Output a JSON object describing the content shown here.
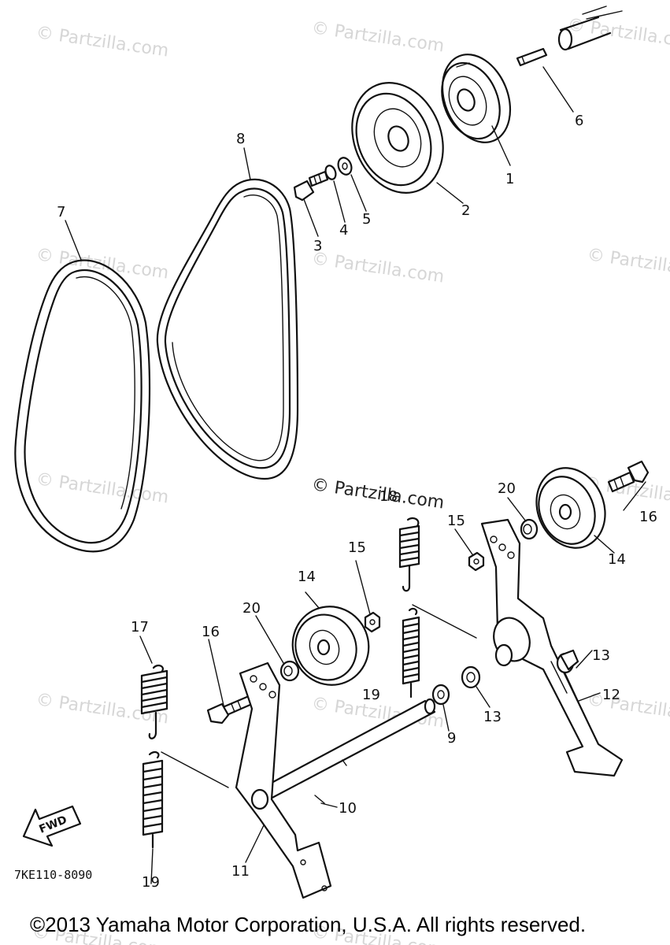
{
  "watermark": {
    "text": "© Partzilla.com",
    "color": "#d6d6d6",
    "center_text": "© Partzilla.com"
  },
  "parts": {
    "p1": "1",
    "p2": "2",
    "p3": "3",
    "p4": "4",
    "p5": "5",
    "p6": "6",
    "p7": "7",
    "p8": "8",
    "p9": "9",
    "p10": "10",
    "p11": "11",
    "p12": "12",
    "p13a": "13",
    "p13b": "13",
    "p14a": "14",
    "p14b": "14",
    "p15a": "15",
    "p15b": "15",
    "p16a": "16",
    "p16b": "16",
    "p17": "17",
    "p18": "18",
    "p19a": "19",
    "p19b": "19",
    "p20a": "20",
    "p20b": "20"
  },
  "fwd_label": "FWD",
  "diagram_code": "7KE110-8090",
  "copyright": "©2013  Yamaha Motor Corporation, U.S.A. All rights reserved."
}
